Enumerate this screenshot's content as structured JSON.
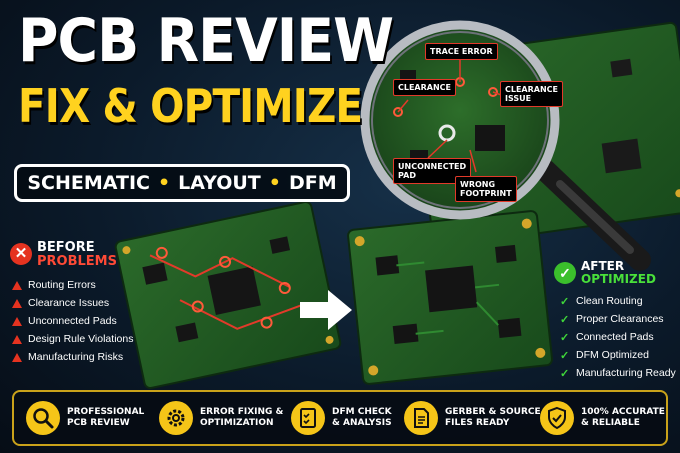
{
  "title_line1": "PCB REVIEW",
  "title_line2": "FIX & OPTIMIZE",
  "tags": [
    "SCHEMATIC",
    "LAYOUT",
    "DFM"
  ],
  "tag_separator": "•",
  "callouts": {
    "trace_error": "TRACE ERROR",
    "clearance": "CLEARANCE",
    "clearance_issue": [
      "CLEARANCE",
      "ISSUE"
    ],
    "unconnected_pad": [
      "UNCONNECTED",
      "PAD"
    ],
    "wrong_footprint": [
      "WRONG",
      "FOOTPRINT"
    ]
  },
  "before": {
    "icon": "x-icon",
    "title": "BEFORE",
    "subtitle": "PROBLEMS",
    "items": [
      "Routing Errors",
      "Clearance Issues",
      "Unconnected Pads",
      "Design Rule Violations",
      "Manufacturing Risks"
    ]
  },
  "after": {
    "icon": "check-icon",
    "title": "AFTER",
    "subtitle": "OPTIMIZED",
    "items": [
      "Clean Routing",
      "Proper Clearances",
      "Connected Pads",
      "DFM Optimized",
      "Manufacturing Ready"
    ]
  },
  "features": [
    {
      "icon": "magnifier-icon",
      "line1": "PROFESSIONAL",
      "line2": "PCB REVIEW"
    },
    {
      "icon": "gear-icon",
      "line1": "ERROR FIXING &",
      "line2": "OPTIMIZATION"
    },
    {
      "icon": "checklist-icon",
      "line1": "DFM CHECK",
      "line2": "& ANALYSIS"
    },
    {
      "icon": "document-icon",
      "line1": "GERBER & SOURCE",
      "line2": "FILES READY"
    },
    {
      "icon": "shield-check-icon",
      "line1": "100% ACCURATE",
      "line2": "& RELIABLE"
    }
  ],
  "colors": {
    "accent_yellow": "#ffd21f",
    "error_red": "#e53320",
    "ok_green": "#3bbf2c",
    "pcb_green": "#1f5a22"
  }
}
